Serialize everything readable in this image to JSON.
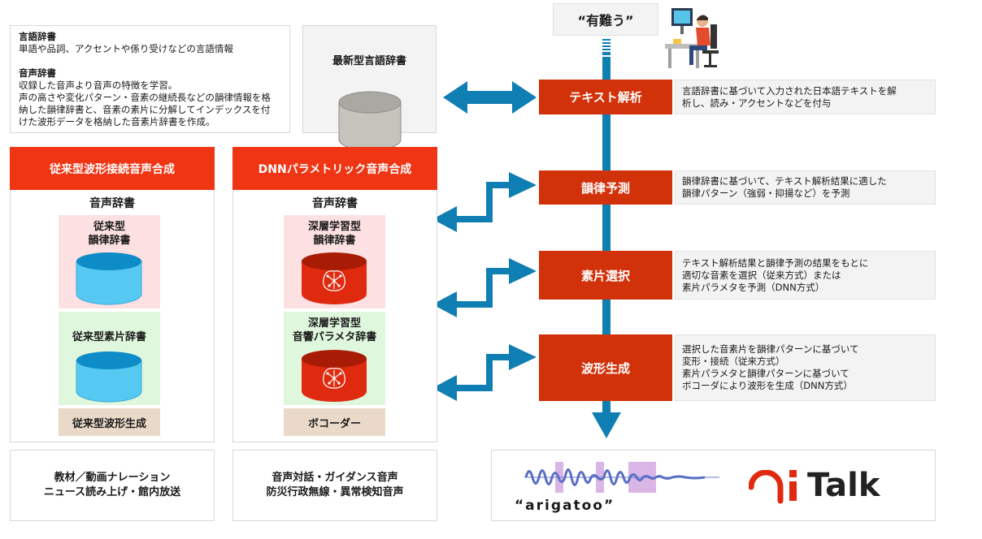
{
  "input": {
    "text": "“有難う”"
  },
  "legend": {
    "lang_dict_title": "言語辞書",
    "lang_dict_desc": "単語や品詞、アクセントや係り受けなどの言語情報",
    "voice_dict_title": "音声辞書",
    "voice_dict_desc": [
      "収録した音声より音声の特徴を学習。",
      "声の高さや変化パターン・音素の継続長などの韻律情報を格",
      "納した韻律辞書と、音素の素片に分解してインデックスを付",
      "けた波形データを格納した音素片辞書を作成。"
    ]
  },
  "latest_dict": {
    "title": "最新型言語辞書"
  },
  "steps": [
    {
      "label": "テキスト解析",
      "desc": [
        "言語辞書に基づいて入力された日本語テキストを解",
        "析し、読み・アクセントなどを付与"
      ]
    },
    {
      "label": "韻律予測",
      "desc": [
        "韻律辞書に基づいて、テキスト解析結果に適した",
        "韻律パターン（強弱・抑揚など）を予測"
      ]
    },
    {
      "label": "素片選択",
      "desc": [
        "テキスト解析結果と韻律予測の結果をもとに",
        "適切な音素を選択（従来方式）または",
        "素片パラメタを予測（DNN方式）"
      ]
    },
    {
      "label": "波形生成",
      "desc": [
        "選択した音素片を韻律パターンに基づいて",
        "変形・接続（従来方式）",
        "素片パラメタと韻律パターンに基づいて",
        "ボコーダにより波形を生成（DNN方式）"
      ]
    }
  ],
  "conventional": {
    "header": "従来型波形接続音声合成",
    "dict_title": "音声辞書",
    "prosody_dict": "従来型\n韻律辞書",
    "unit_dict": "従来型素片辞書",
    "generator": "従来型波形生成",
    "use_cases": [
      "教材／動画ナレーション",
      "ニュース読み上げ・館内放送"
    ]
  },
  "dnn": {
    "header": "DNNパラメトリック音声合成",
    "dict_title": "音声辞書",
    "prosody_dict": "深層学習型\n韻律辞書",
    "acoustic_dict": "深層学習型\n音響パラメタ辞書",
    "generator": "ボコーダー",
    "use_cases": [
      "音声対話・ガイダンス音声",
      "防災行政無線・異常検知音声"
    ]
  },
  "output": {
    "text": "“arigatoo”",
    "brand": "Talk"
  },
  "colors": {
    "accent": "#d2320a",
    "red_header": "#ef3514",
    "arrow": "#0f7fb3",
    "pink": "#fde0e2",
    "green": "#dff7dd",
    "beige": "#ead9c9",
    "cyl_blue": "#56c9f2",
    "cyl_red": "#e02a10"
  }
}
